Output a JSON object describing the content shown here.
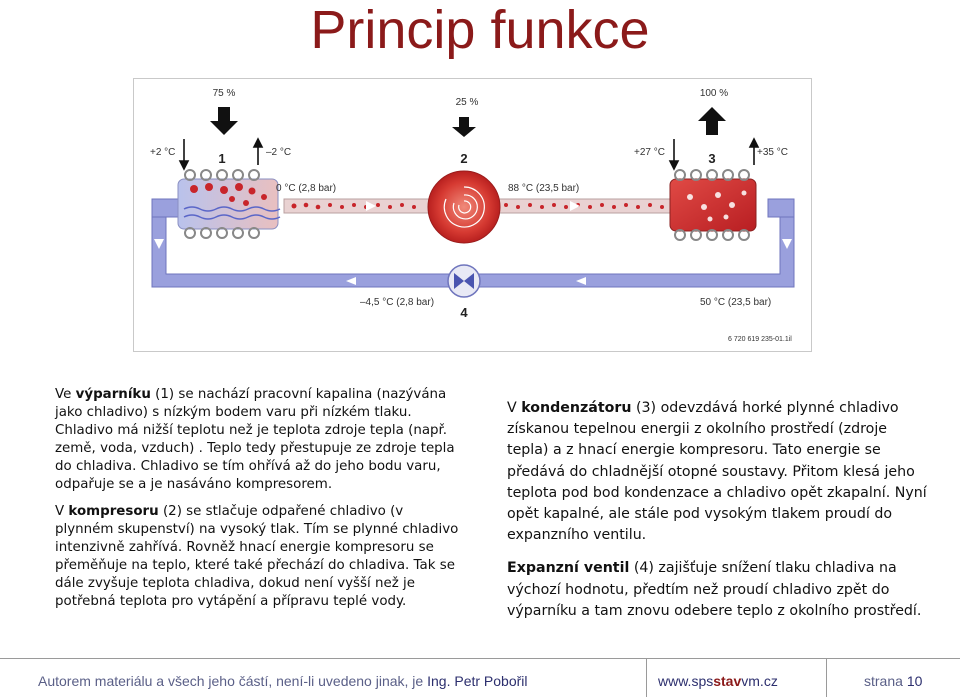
{
  "title": "Princip funkce",
  "diagram": {
    "loads": [
      "75 %",
      "25 %",
      "100 %"
    ],
    "component_numbers": [
      "1",
      "2",
      "3",
      "4"
    ],
    "temps": {
      "evap_in": "+2 °C",
      "evap_out": "–2 °C",
      "cond_in": "+27 °C",
      "cond_out": "+35 °C"
    },
    "states": {
      "after_evaporator": "0 °C (2,8 bar)",
      "after_compressor": "88 °C (23,5 bar)",
      "after_valve": "–4,5 °C (2,8 bar)",
      "after_condenser": "50 °C (23,5 bar)"
    },
    "file_ref": "6 720 619 235-01.1il",
    "colors": {
      "pipe": "#9aa0dd",
      "hot": "#c8252a",
      "cold": "#5a66c8"
    }
  },
  "left_text": {
    "p1": [
      "Ve ",
      "výparníku",
      " (1) se nachází pracovní kapalina (nazývána jako chladivo) s nízkým bodem varu při nízkém tlaku. Chladivo má nižší teplotu než je teplota zdroje tepla (např. země, voda, vzduch) . Teplo tedy přestupuje ze zdroje tepla do chladiva. Chladivo se tím ohřívá až do jeho bodu varu, odpařuje se a je nasáváno kompresorem."
    ],
    "p2": [
      "V ",
      "kompresoru",
      " (2) se stlačuje odpařené chladivo (v plynném skupenství) na vysoký tlak. Tím se plynné chladivo intenzivně zahřívá. Rovněž hnací energie kompresoru se přeměňuje na teplo, které také přechází do chladiva. Tak se dále zvyšuje teplota chladiva, dokud není vyšší než je potřebná teplota pro vytápění a přípravu teplé vody."
    ]
  },
  "right_text": {
    "p1": [
      "V ",
      "kondenzátoru",
      " (3) odevzdává horké plynné chladivo získanou tepelnou energii z okolního prostředí (zdroje tepla) a z hnací energie kompresoru. Tato energie se předává do chladnější otopné soustavy. Přitom klesá jeho teplota pod bod kondenzace a chladivo opět zkapalní. Nyní opět kapalné, ale stále pod vysokým tlakem proudí do expanzního ventilu."
    ],
    "p2": [
      "",
      "Expanzní ventil",
      " (4) zajišťuje snížení tlaku chladiva na výchozí hodnotu, předtím než proudí chladivo zpět do výparníku a tam znovu odebere teplo z okolního prostředí."
    ]
  },
  "footer": {
    "author_prefix": "Autorem materiálu a všech jeho částí, není-li uvedeno jinak, je ",
    "author_name": "Ing. Petr Pobořil",
    "web_a": "www.sps",
    "web_b": "stav",
    "web_c": "vm.cz",
    "page_label": "strana ",
    "page_number": "10"
  }
}
